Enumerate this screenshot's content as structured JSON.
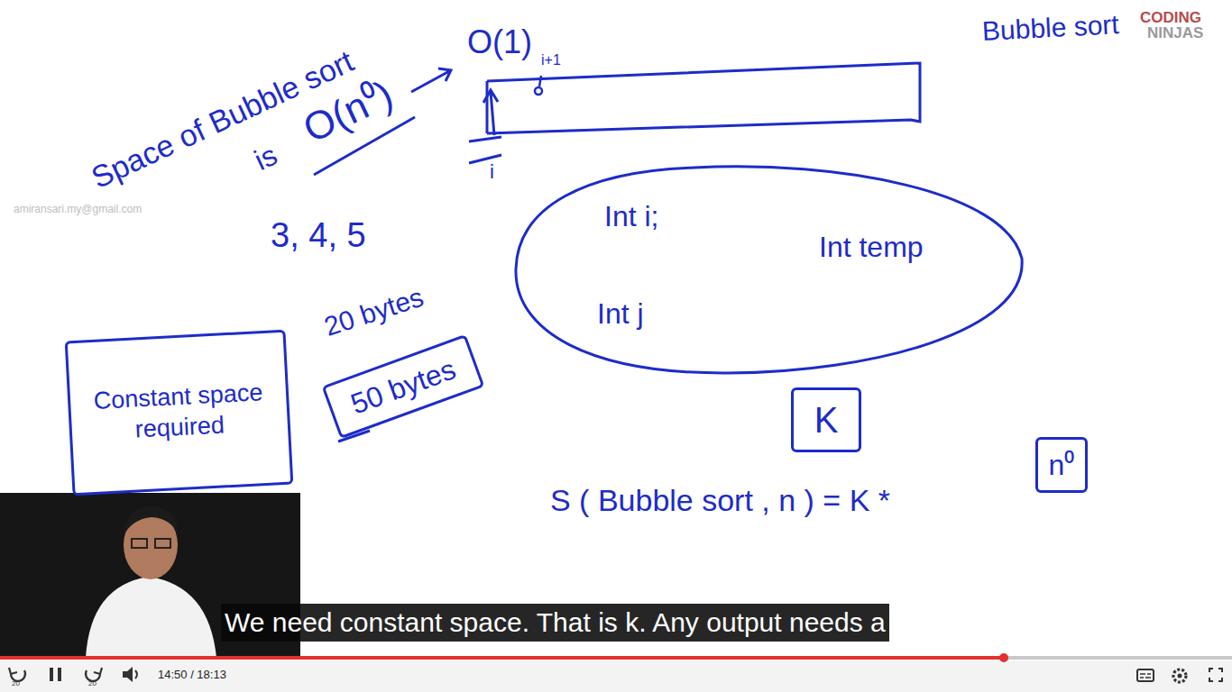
{
  "diagram": {
    "caption": "We need constant space. That is k. Any output needs a",
    "nodes": [
      {
        "text": [
          "Constant space required"
        ]
      },
      {
        "text": [
          "50 bytes"
        ]
      },
      {
        "text": [
          "Int i;",
          "Int temp",
          "Int j"
        ]
      },
      {
        "text": [
          "K"
        ]
      },
      {
        "text": [
          "n⁰"
        ]
      }
    ],
    "labels": [
      "Space of Bubble sort",
      "is",
      "O(n⁰)",
      "O(1)",
      "i+1",
      "i",
      "Bubble sort",
      "CODING",
      "NINJAS",
      "amiransari.my@gmail.com",
      "3, 4, 5",
      "20 bytes",
      "S ( Bubble sort , n ) = K *",
      "20",
      "20",
      "14:50 / 18:13"
    ]
  }
}
